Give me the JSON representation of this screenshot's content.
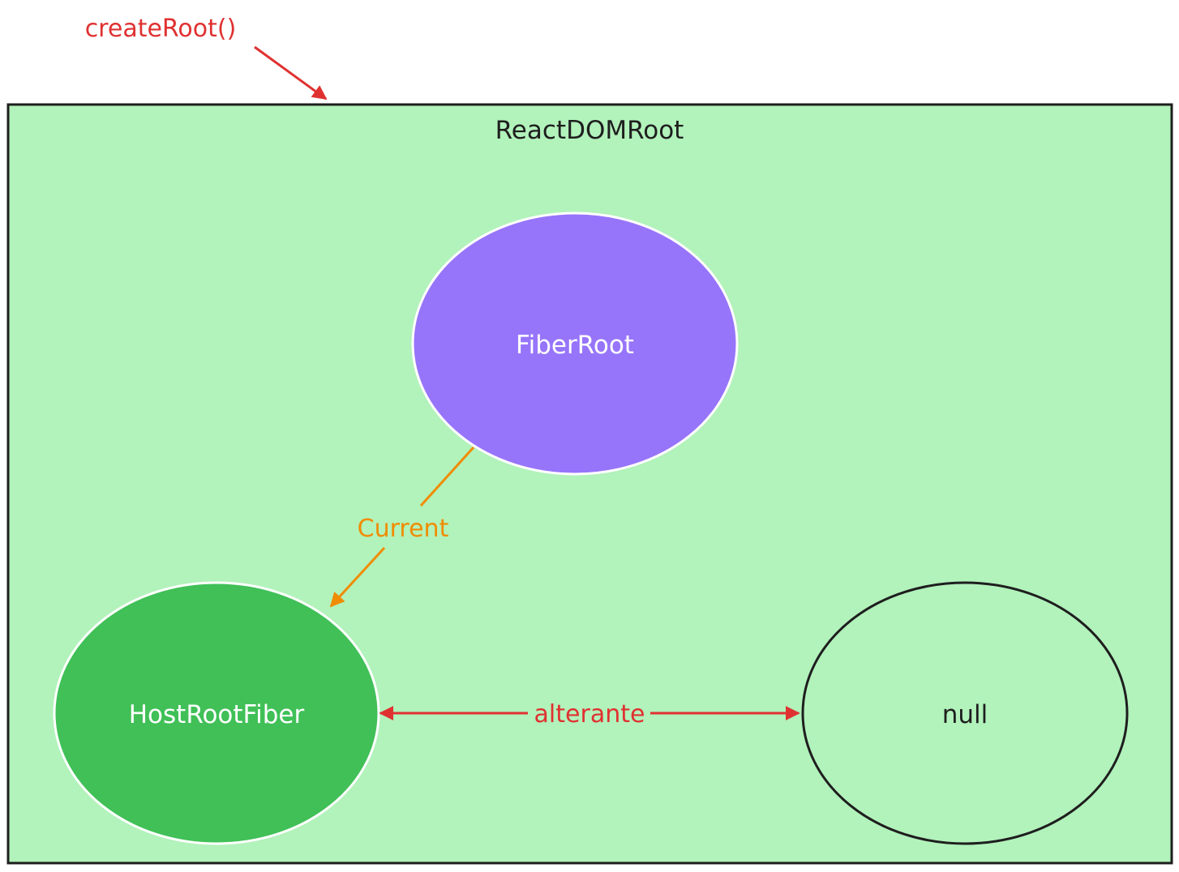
{
  "diagram": {
    "entry_label": "createRoot()",
    "container": {
      "label": "ReactDOMRoot"
    },
    "nodes": {
      "fiber_root": {
        "label": "FiberRoot"
      },
      "host_root_fiber": {
        "label": "HostRootFiber"
      },
      "null_node": {
        "label": "null"
      }
    },
    "edges": {
      "current": {
        "label": "Current",
        "from": "FiberRoot",
        "to": "HostRootFiber"
      },
      "alternate": {
        "label": "alterante",
        "from": "HostRootFiber",
        "to": "null",
        "bidirectional": true
      }
    },
    "colors": {
      "container_fill": "#b2f2bb",
      "container_stroke": "#1e1e1e",
      "fiber_root_fill": "#9775fa",
      "host_root_fill": "#40c057",
      "entry_arrow": "#e03131",
      "current_arrow": "#f08c00",
      "alternate_arrow": "#e03131"
    }
  }
}
